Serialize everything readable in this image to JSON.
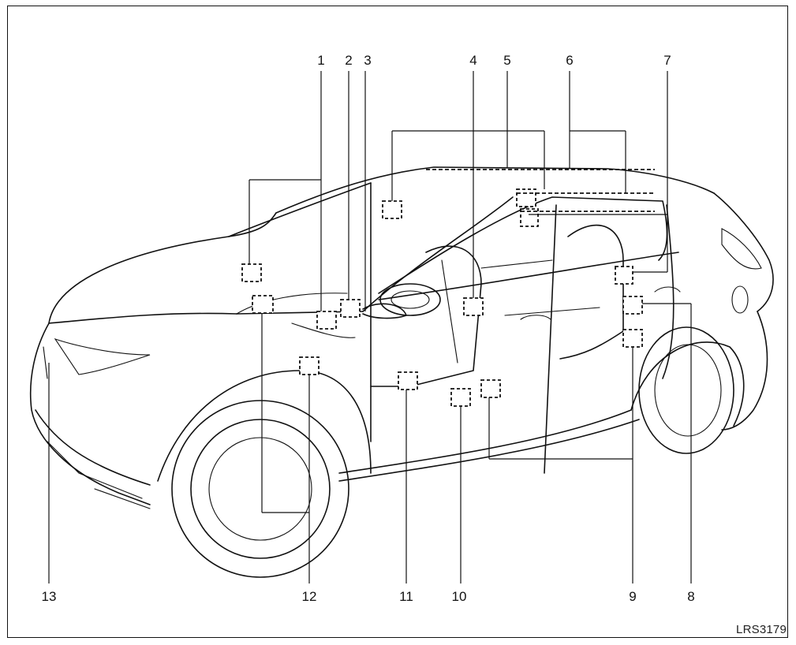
{
  "callouts": [
    "1",
    "2",
    "3",
    "4",
    "5",
    "6",
    "7",
    "8",
    "9",
    "10",
    "11",
    "12",
    "13"
  ],
  "figure_code": "LRS3179"
}
